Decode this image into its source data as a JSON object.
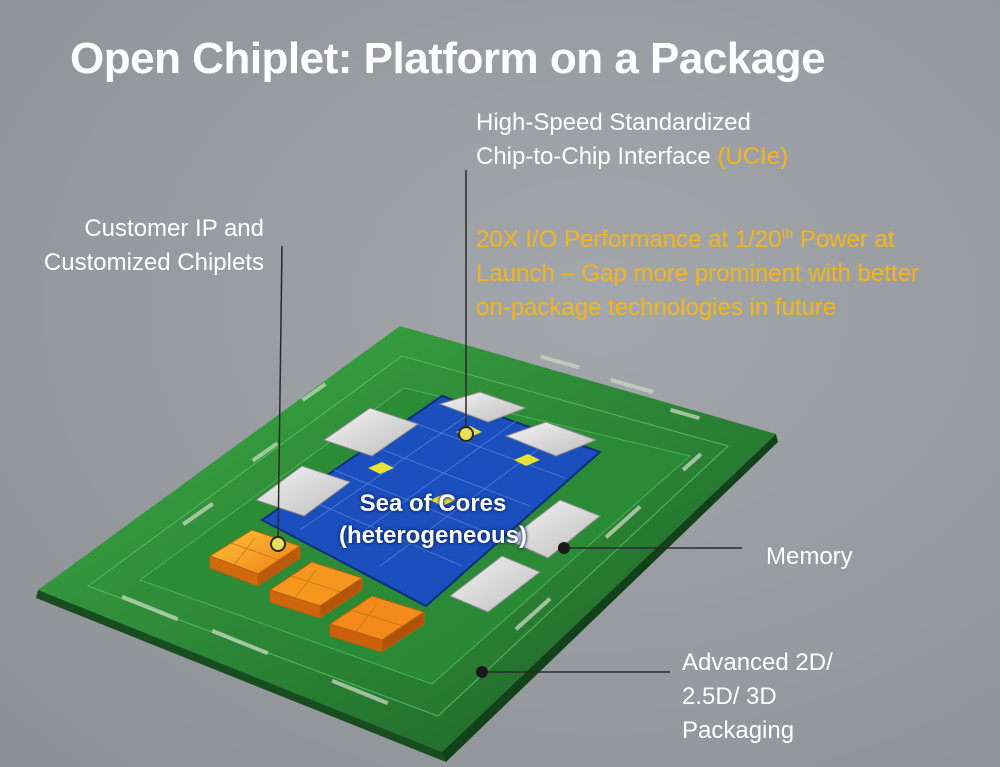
{
  "title": "Open Chiplet: Platform on a Package",
  "interface": {
    "line1": "High-Speed Standardized",
    "line2_pre": "Chip-to-Chip Interface ",
    "line2_accent": "(UCIe)"
  },
  "performance": {
    "line1_pre": "20X I/O Performance at 1/20",
    "line1_sup": "th",
    "line1_post": " Power at",
    "line2": "Launch – Gap more prominent with better",
    "line3": "on-package technologies in future"
  },
  "customer": {
    "line1": "Customer IP and",
    "line2": "Customized Chiplets"
  },
  "cores": {
    "line1": "Sea of Cores",
    "line2": "(heterogeneous)"
  },
  "memory": "Memory",
  "packaging": {
    "line1": "Advanced 2D/",
    "line2": "2.5D/ 3D",
    "line3": "Packaging"
  },
  "colors": {
    "background": "#979b9f",
    "accent": "#f4b41a",
    "substrate": "#2f8a3a",
    "cores": "#1f55c8",
    "chiplet": "#f08a1c",
    "memory": "#e4e4e4"
  }
}
